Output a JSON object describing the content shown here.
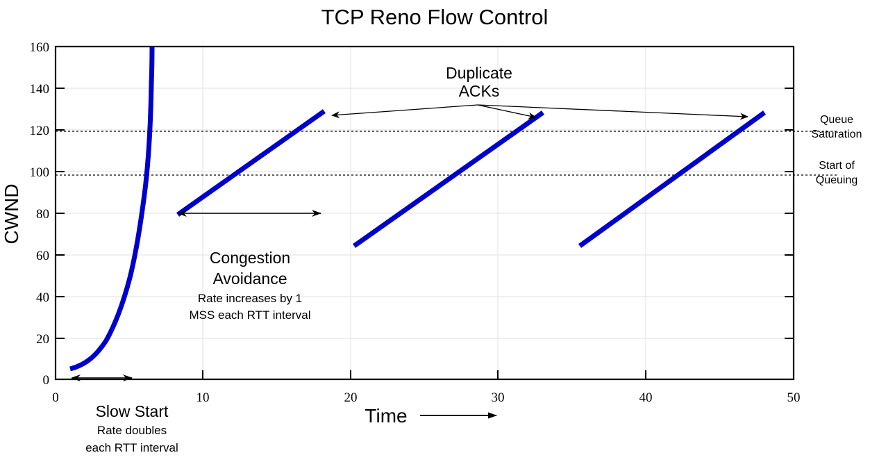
{
  "chart_data": {
    "type": "line",
    "title": "TCP Reno Flow Control",
    "xlabel": "Time",
    "ylabel": "CWND",
    "xlim": [
      0,
      50
    ],
    "ylim": [
      0,
      160
    ],
    "xticks": [
      0,
      10,
      20,
      30,
      40,
      50
    ],
    "xtick_labels": [
      "0",
      "10",
      "20",
      "30",
      "40",
      "50"
    ],
    "yticks": [
      0,
      20,
      40,
      60,
      80,
      100,
      120,
      140,
      160
    ],
    "ytick_labels": [
      "0",
      "20",
      "40",
      "60",
      "80",
      "100",
      "120",
      "140",
      "160"
    ],
    "grid": true,
    "legend": "none",
    "series": [
      {
        "name": "slow-start",
        "style": "exponential",
        "color": "#0000CC",
        "points": [
          {
            "x": 1.0,
            "y": 5
          },
          {
            "x": 1.6,
            "y": 7
          },
          {
            "x": 2.2,
            "y": 10
          },
          {
            "x": 2.8,
            "y": 14
          },
          {
            "x": 3.4,
            "y": 21
          },
          {
            "x": 4.0,
            "y": 31
          },
          {
            "x": 4.5,
            "y": 41
          },
          {
            "x": 5.0,
            "y": 60
          },
          {
            "x": 5.4,
            "y": 80
          },
          {
            "x": 5.8,
            "y": 108
          },
          {
            "x": 6.0,
            "y": 126
          },
          {
            "x": 6.2,
            "y": 146
          },
          {
            "x": 6.3,
            "y": 160
          }
        ]
      },
      {
        "name": "congestion-avoidance-1",
        "style": "linear",
        "color": "#0000CC",
        "points": [
          {
            "x": 8.3,
            "y": 80
          },
          {
            "x": 18.2,
            "y": 130
          }
        ]
      },
      {
        "name": "congestion-avoidance-2",
        "style": "linear",
        "color": "#0000CC",
        "points": [
          {
            "x": 20.2,
            "y": 65
          },
          {
            "x": 33.0,
            "y": 129
          }
        ]
      },
      {
        "name": "congestion-avoidance-3",
        "style": "linear",
        "color": "#0000CC",
        "points": [
          {
            "x": 35.5,
            "y": 65
          },
          {
            "x": 48.0,
            "y": 129
          }
        ]
      }
    ],
    "threshold_lines": [
      {
        "name": "queue-saturation",
        "y": 121,
        "label": "Queue\nSaturation",
        "style": "dotted"
      },
      {
        "name": "start-of-queuing",
        "y": 98,
        "label": "Start of\nQueuing",
        "style": "dotted"
      }
    ],
    "annotations": [
      {
        "name": "slow-start",
        "heading": "Slow Start",
        "lines": [
          "Rate doubles",
          "each RTT interval"
        ],
        "span": {
          "from_x": 1.1,
          "to_x": 5.4,
          "at_y": 0
        }
      },
      {
        "name": "congestion-avoidance",
        "heading_lines": [
          "Congestion",
          "Avoidance"
        ],
        "lines": [
          "Rate increases by 1",
          "MSS each RTT interval"
        ],
        "span": {
          "from_x": 8.3,
          "to_x": 18.0,
          "at_y": 80
        }
      },
      {
        "name": "duplicate-acks",
        "lines": [
          "Duplicate",
          "ACKs"
        ],
        "targets": [
          {
            "x": 18.4,
            "y": 130
          },
          {
            "x": 33.2,
            "y": 129
          },
          {
            "x": 48.2,
            "y": 129
          }
        ]
      }
    ]
  },
  "chart": {
    "title": "TCP Reno Flow Control",
    "y_axis_label": "CWND",
    "x_axis_label": "Time",
    "x_tick_labels": [
      "0",
      "10",
      "20",
      "30",
      "40",
      "50"
    ],
    "y_tick_labels": [
      "0",
      "20",
      "40",
      "60",
      "80",
      "100",
      "120",
      "140",
      "160"
    ],
    "right_labels": {
      "queue_saturation_line1": "Queue",
      "queue_saturation_line2": "Saturation",
      "start_of_queuing_line1": "Start of",
      "start_of_queuing_line2": "Queuing"
    },
    "annotations": {
      "slow_start_heading": "Slow Start",
      "slow_start_line1": "Rate doubles",
      "slow_start_line2": "each RTT interval",
      "congestion_heading_line1": "Congestion",
      "congestion_heading_line2": "Avoidance",
      "congestion_line1": "Rate increases by 1",
      "congestion_line2": "MSS each RTT interval",
      "duplicate_acks_line1": "Duplicate",
      "duplicate_acks_line2": "ACKs"
    },
    "colors": {
      "line": "#0000CC",
      "axis": "#000000",
      "grid": "#e2e2e2",
      "threshold": "#000000"
    }
  }
}
